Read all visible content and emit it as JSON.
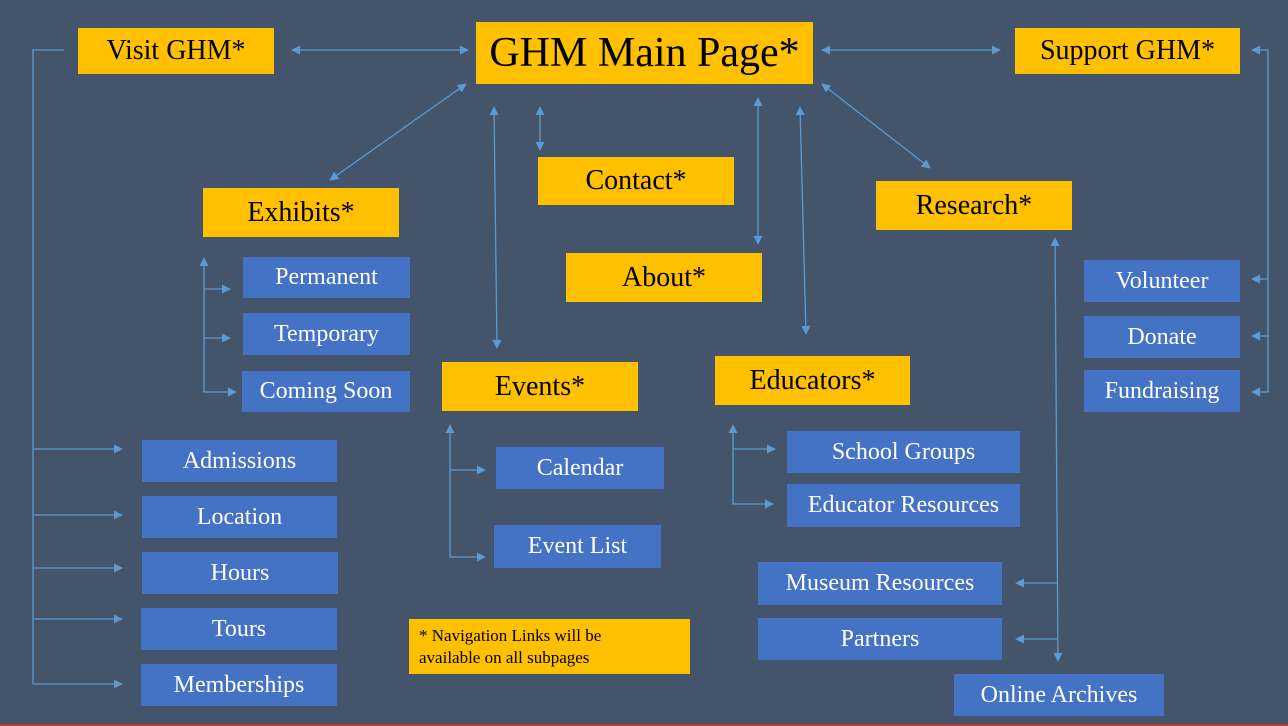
{
  "main_page": "GHM Main Page*",
  "sections": {
    "visit": "Visit GHM*",
    "support": "Support GHM*",
    "exhibits": "Exhibits*",
    "contact": "Contact*",
    "research": "Research*",
    "about": "About*",
    "events": "Events*",
    "educators": "Educators*"
  },
  "visit_items": [
    "Admissions",
    "Location",
    "Hours",
    "Tours",
    "Memberships"
  ],
  "exhibit_items": [
    "Permanent",
    "Temporary",
    "Coming Soon"
  ],
  "event_items": [
    "Calendar",
    "Event List"
  ],
  "educator_items": [
    "School Groups",
    "Educator Resources"
  ],
  "research_items": [
    "Museum Resources",
    "Partners",
    "Online Archives"
  ],
  "support_items": [
    "Volunteer",
    "Donate",
    "Fundraising"
  ],
  "footnote": "* Navigation Links will be\navailable on all subpages",
  "colors": {
    "background": "#44546a",
    "gold": "#ffc000",
    "blue": "#4472c4",
    "arrow": "#5b9bd5"
  }
}
